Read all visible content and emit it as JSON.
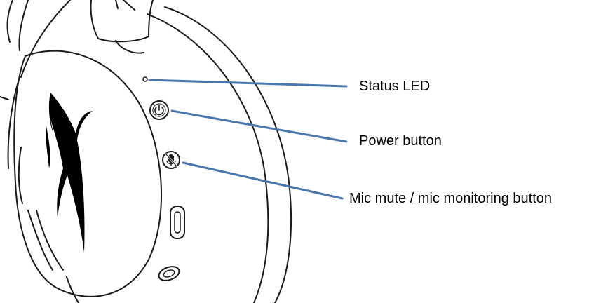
{
  "callouts": {
    "status_led": "Status LED",
    "power_button": "Power button",
    "mic_button": "Mic mute / mic monitoring button"
  },
  "colors": {
    "leader_line": "#4a76ad",
    "outline": "#1a1a1a",
    "logo": "#000000"
  },
  "icons": {
    "power": "power-icon",
    "mic_mute": "mic-mute-icon",
    "usb_port": "usb-c-port",
    "jack": "audio-jack"
  }
}
